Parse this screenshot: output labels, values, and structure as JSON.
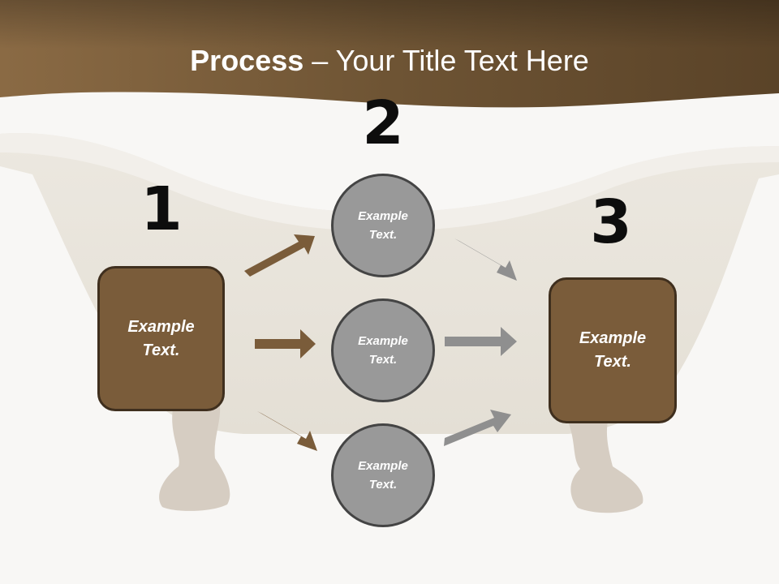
{
  "title": {
    "bold": "Process",
    "rest": " – Your Title Text Here"
  },
  "steps": {
    "one": "1",
    "two": "2",
    "three": "3"
  },
  "nodes": {
    "start": "Example\nText.",
    "middle_top": "Example\nText.",
    "middle_center": "Example\nText.",
    "middle_bottom": "Example\nText.",
    "end": "Example\nText."
  },
  "colors": {
    "header_brown": "#6e5434",
    "box_fill": "#7a5c3a",
    "box_border": "#3f2f1e",
    "circle_fill": "#999999",
    "circle_border": "#444444",
    "arrow_brown": "#7a5c3a",
    "arrow_gray": "#8f8f8f"
  }
}
